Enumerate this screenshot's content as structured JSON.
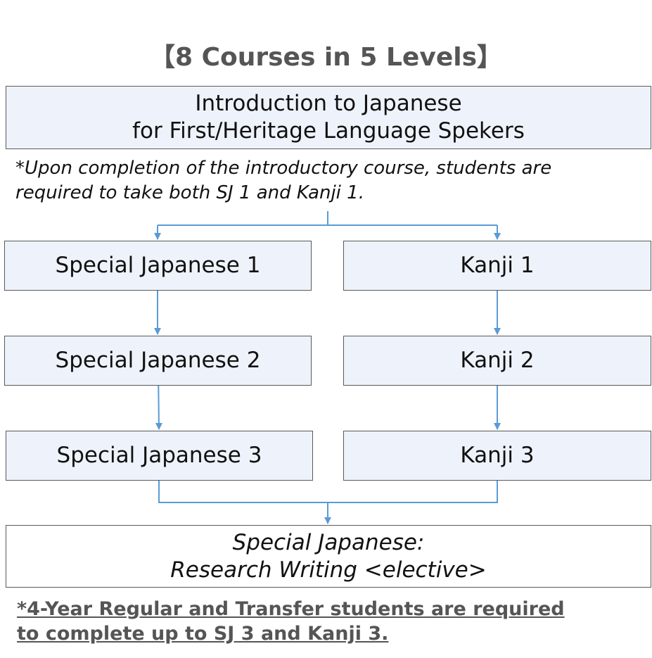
{
  "title": "【8 Courses in 5 Levels】",
  "intro_box": {
    "line1": "Introduction to Japanese",
    "line2": "for First/Heritage Language Spekers"
  },
  "intro_note": {
    "line1": "*Upon completion of the introductory course, students are",
    "line2": "required to take both SJ 1 and Kanji 1."
  },
  "left_column": [
    {
      "label": "Special Japanese 1"
    },
    {
      "label": "Special Japanese 2"
    },
    {
      "label": "Special Japanese 3"
    }
  ],
  "right_column": [
    {
      "label": "Kanji 1"
    },
    {
      "label": "Kanji 2"
    },
    {
      "label": "Kanji 3"
    }
  ],
  "final_box": {
    "line1": "Special Japanese:",
    "line2": "Research Writing <elective>"
  },
  "footer_note": {
    "line1": "*4-Year Regular and Transfer students are required",
    "line2": "to complete up to SJ 3 and Kanji 3."
  },
  "colors": {
    "box_fill": "#eef3fb",
    "box_border": "#595959",
    "arrow": "#5b9bd5",
    "title_text": "#555555"
  }
}
